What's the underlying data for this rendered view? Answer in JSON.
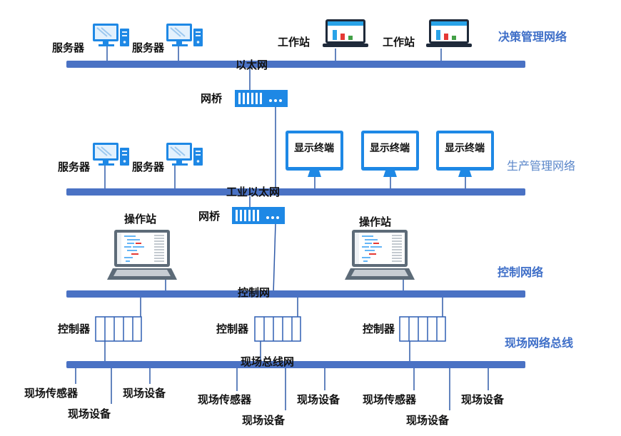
{
  "networks": {
    "decision": "决策管理网络",
    "production": "生产管理网络",
    "control": "控制网络",
    "fieldbus": "现场网络总线"
  },
  "buses": {
    "ethernet": "以太网",
    "industrial_ethernet": "工业以太网",
    "control_net": "控制网",
    "fieldbus_net": "现场总线网"
  },
  "labels": {
    "server": "服务器",
    "workstation": "工作站",
    "bridge": "网桥",
    "display_terminal": "显示终端",
    "operator_station": "操作站",
    "controller": "控制器",
    "field_sensor": "现场传感器",
    "field_device": "现场设备"
  },
  "colors": {
    "bus": "#4a72c4",
    "title_blue": "#3f6fc8",
    "production_title": "#5a86c9",
    "device_blue": "#1e88e5",
    "controller_border": "#2f5fb3"
  }
}
